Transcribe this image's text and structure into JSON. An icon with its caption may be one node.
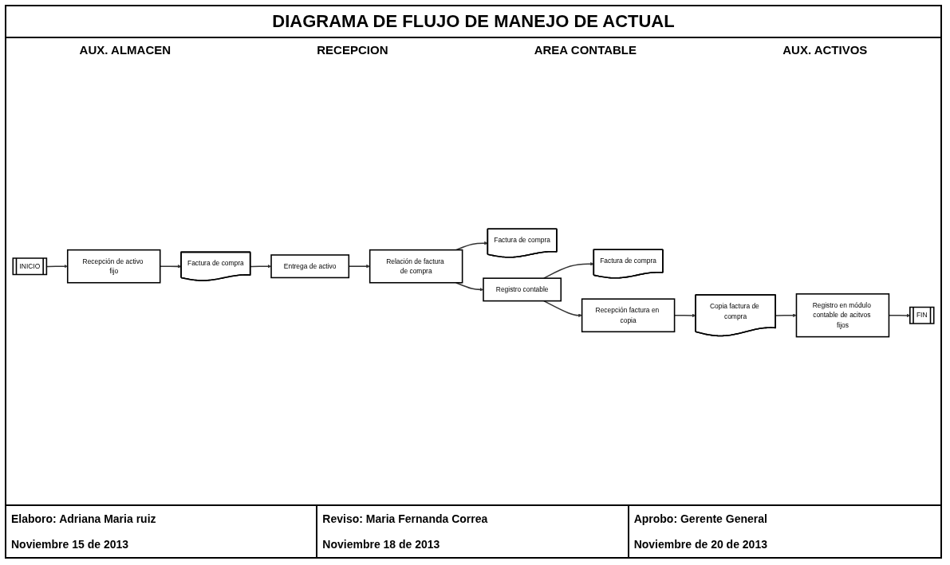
{
  "diagram": {
    "title": "DIAGRAMA DE FLUJO DE MANEJO DE ACTUAL",
    "nodes": [
      {
        "text": [
          "INICIO"
        ]
      },
      {
        "text": [
          "Recepción de activo fijo"
        ]
      },
      {
        "text": [
          "Factura de compra"
        ]
      },
      {
        "text": [
          "Entrega de activo"
        ]
      },
      {
        "text": [
          "Relación de factura de compra"
        ]
      },
      {
        "text": [
          "Factura de compra"
        ]
      },
      {
        "text": [
          "Registro contable"
        ]
      },
      {
        "text": [
          "Factura de compra"
        ]
      },
      {
        "text": [
          "Recepción factura en copia"
        ]
      },
      {
        "text": [
          "Copia factura de compra"
        ]
      },
      {
        "text": [
          "Registro en módulo contable de acitvos fijos"
        ]
      },
      {
        "text": [
          "FIN"
        ]
      }
    ],
    "edges": [
      {
        "from": 0,
        "to": 1,
        "arrow": "to"
      },
      {
        "from": 1,
        "to": 2,
        "arrow": "to"
      },
      {
        "from": 2,
        "to": 3,
        "arrow": "to"
      },
      {
        "from": 3,
        "to": 4,
        "arrow": "to"
      },
      {
        "from": 4,
        "to": 5,
        "arrow": "to"
      },
      {
        "from": 4,
        "to": 6,
        "arrow": "to"
      },
      {
        "from": 6,
        "to": 7,
        "arrow": "to"
      },
      {
        "from": 6,
        "to": 8,
        "arrow": "to"
      },
      {
        "from": 8,
        "to": 9,
        "arrow": "to"
      },
      {
        "from": 9,
        "to": 10,
        "arrow": "to"
      },
      {
        "from": 10,
        "to": 11,
        "arrow": "to"
      }
    ],
    "labels": [
      "AUX. ALMACEN",
      "RECEPCION",
      "AREA CONTABLE",
      "AUX. ACTIVOS",
      "Elaboro: Adriana Maria ruiz",
      "Reviso: Maria Fernanda Correa",
      "Aprobo: Gerente General",
      "Noviembre 15 de 2013",
      "Noviembre 18 de 2013",
      "Noviembre de 20 de 2013"
    ]
  }
}
